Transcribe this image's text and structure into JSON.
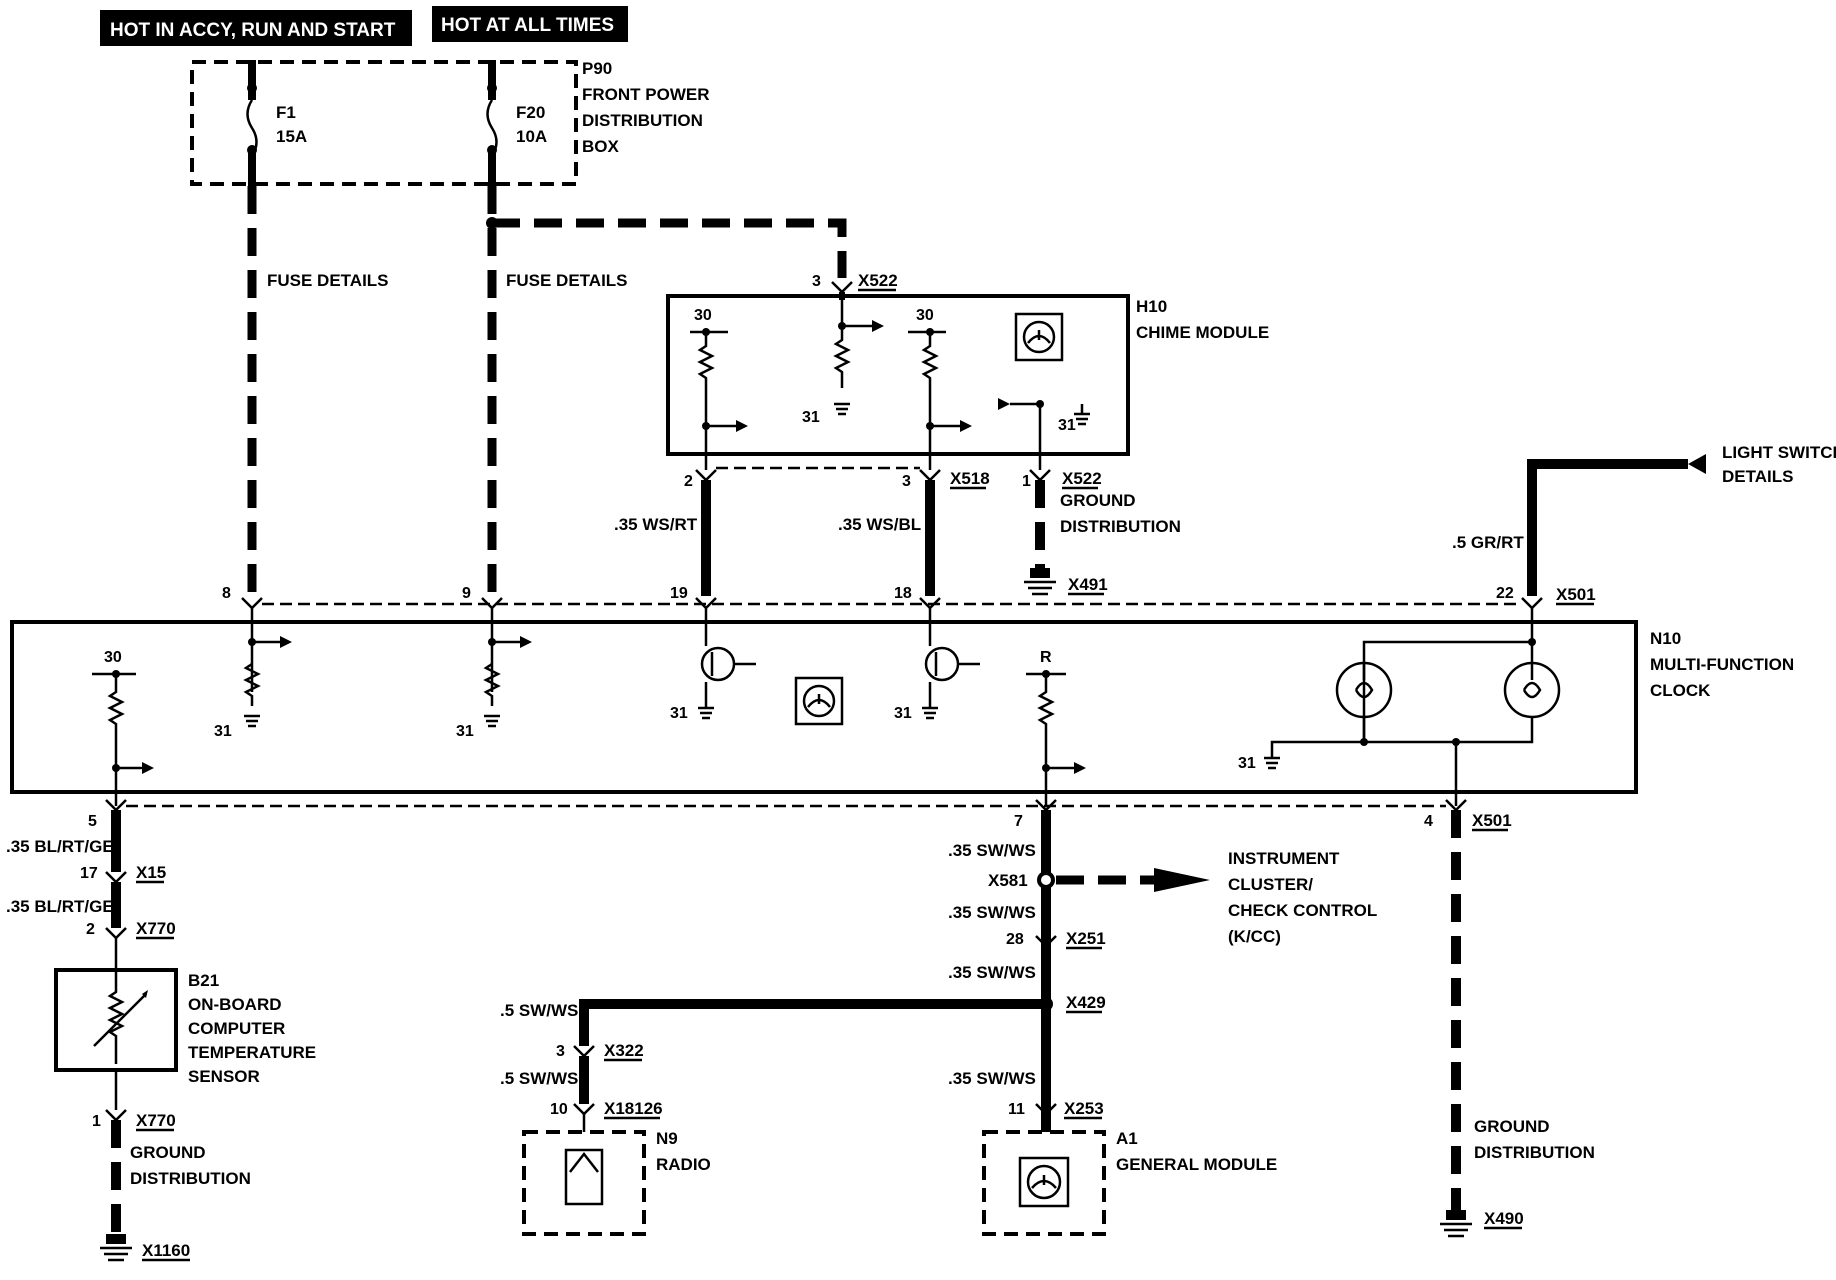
{
  "headers": {
    "accy": "HOT IN ACCY, RUN AND START",
    "all_times": "HOT AT ALL TIMES"
  },
  "fusebox": {
    "name": "P90",
    "desc": [
      "FRONT POWER",
      "DISTRIBUTION",
      "BOX"
    ],
    "f1": {
      "id": "F1",
      "rating": "15A"
    },
    "f20": {
      "id": "F20",
      "rating": "10A"
    },
    "fuse_details": "FUSE DETAILS"
  },
  "chime": {
    "name": "H10",
    "desc": "CHIME MODULE",
    "conn_top": "X522",
    "conn_top_pin": "3",
    "pin30": "30",
    "pin31": "31",
    "pin_a": "2",
    "pin_b": "3",
    "pin_c": "1",
    "conn_b": "X518",
    "conn_c": "X522"
  },
  "ground_mid": {
    "label": [
      "GROUND",
      "DISTRIBUTION"
    ],
    "conn": "X491"
  },
  "wires": {
    "ws_rt": ".35 WS/RT",
    "ws_bl": ".35 WS/BL",
    "gr_rt": ".5 GR/RT",
    "bl_rt_ge": ".35 BL/RT/GE",
    "sw_ws_35": ".35 SW/WS",
    "sw_ws_5": ".5 SW/WS"
  },
  "light_switch": [
    "LIGHT SWITCH",
    "DETAILS"
  ],
  "clock": {
    "name": "N10",
    "desc": [
      "MULTI-FUNCTION",
      "CLOCK"
    ],
    "pin_top": [
      "8",
      "9",
      "19",
      "18",
      "22"
    ],
    "conn_top": "X501",
    "r": "R",
    "p30": "30",
    "p31": "31",
    "pin_bot": [
      "5",
      "7",
      "4"
    ],
    "conn_bot": "X501"
  },
  "left_chain": {
    "p17": "17",
    "x15": "X15",
    "p2": "2",
    "x770": "X770",
    "p1": "1",
    "x770b": "X770",
    "gnd": [
      "GROUND",
      "DISTRIBUTION"
    ],
    "x1160": "X1160"
  },
  "sensor": {
    "name": "B21",
    "desc": [
      "ON-BOARD",
      "COMPUTER",
      "TEMPERATURE",
      "SENSOR"
    ]
  },
  "center_chain": {
    "x581": "X581",
    "p28": "28",
    "x251": "X251",
    "x429": "X429",
    "p11": "11",
    "x253": "X253"
  },
  "instrument": [
    "INSTRUMENT",
    "CLUSTER/",
    "CHECK CONTROL",
    "(K/CC)"
  ],
  "radio": {
    "p3": "3",
    "x322": "X322",
    "p10": "10",
    "x18126": "X18126",
    "name": "N9",
    "desc": "RADIO"
  },
  "general": {
    "name": "A1",
    "desc": "GENERAL MODULE"
  },
  "right_gnd": {
    "label": [
      "GROUND",
      "DISTRIBUTION"
    ],
    "conn": "X490"
  }
}
